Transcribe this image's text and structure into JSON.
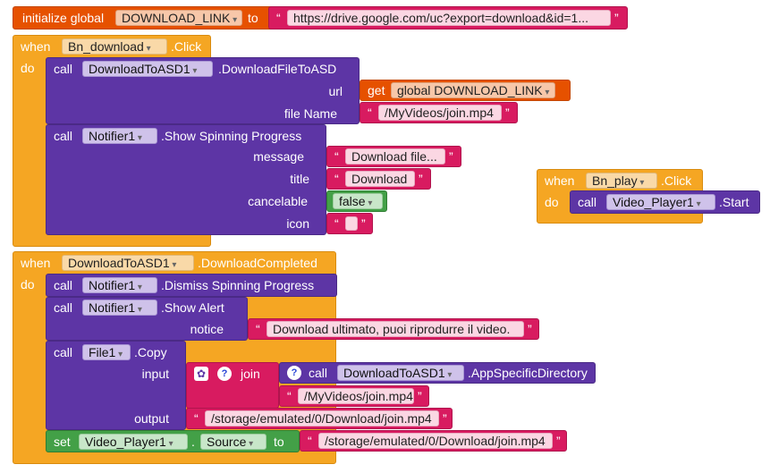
{
  "global_init": {
    "initialize_label": "initialize global",
    "name": "DOWNLOAD_LINK",
    "to_label": "to",
    "open_quote": "“",
    "value": "https://drive.google.com/uc?export=download&id=1...",
    "close_quote": "”"
  },
  "event1": {
    "when_label": "when",
    "component": "Bn_download",
    "event": ".Click",
    "do_label": "do",
    "call1": {
      "call_label": "call",
      "component": "DownloadToASD1",
      "method": ".DownloadFileToASD",
      "url_label": "url",
      "get_label": "get",
      "get_var": "global DOWNLOAD_LINK",
      "filename_label": "file Name",
      "filename_value": "/MyVideos/join.mp4"
    },
    "call2": {
      "call_label": "call",
      "component": "Notifier1",
      "method": ".Show Spinning Progress",
      "message_label": "message",
      "message_value": "Download file...",
      "title_label": "title",
      "title_value": "Download",
      "cancelable_label": "cancelable",
      "cancelable_value": "false",
      "icon_label": "icon",
      "icon_value": ""
    }
  },
  "event2": {
    "when_label": "when",
    "component": "Bn_play",
    "event": ".Click",
    "do_label": "do",
    "call_label": "call",
    "call_component": "Video_Player1",
    "call_method": ".Start"
  },
  "event3": {
    "when_label": "when",
    "component": "DownloadToASD1",
    "event": ".DownloadCompleted",
    "do_label": "do",
    "dismiss": {
      "call_label": "call",
      "component": "Notifier1",
      "method": ".Dismiss Spinning Progress"
    },
    "alert": {
      "call_label": "call",
      "component": "Notifier1",
      "method": ".Show Alert",
      "notice_label": "notice",
      "notice_value": "Download ultimato, puoi riprodurre il video."
    },
    "copy": {
      "call_label": "call",
      "component": "File1",
      "method": ".Copy",
      "input_label": "input",
      "join_label": "join",
      "gear_glyph": "✿",
      "q_glyph": "?",
      "inner_call_label": "call",
      "inner_component": "DownloadToASD1",
      "inner_method": ".AppSpecificDirectory",
      "join_string": "/MyVideos/join.mp4",
      "output_label": "output",
      "output_value": "/storage/emulated/0/Download/join.mp4"
    },
    "set": {
      "set_label": "set",
      "component": "Video_Player1",
      "property": "Source",
      "to_label": "to",
      "value": "/storage/emulated/0/Download/join.mp4"
    }
  },
  "colors": {
    "event": "#f5a623",
    "procedure": "#5d35a5",
    "text": "#d81b60",
    "variable": "#e65100",
    "logic": "#43a047",
    "setter": "#43a047"
  }
}
